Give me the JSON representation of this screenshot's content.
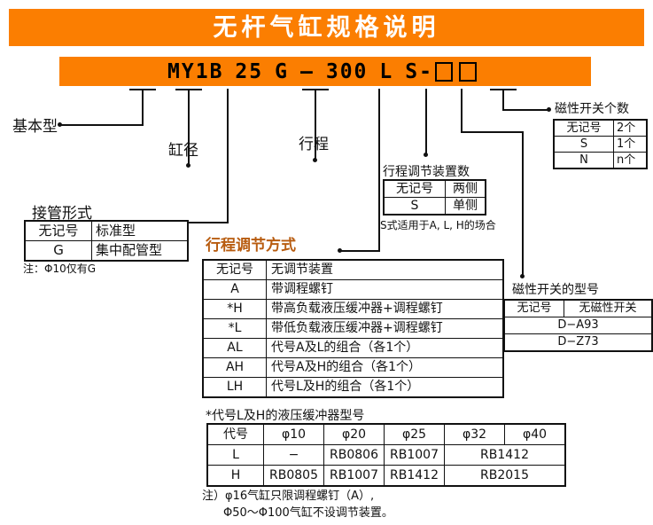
{
  "title": "无杆气缸规格说明",
  "model_code": {
    "segments": [
      "MY1B",
      "25",
      "G",
      "–",
      "300",
      "L",
      "S-"
    ],
    "empty_boxes": 2
  },
  "callouts": {
    "basic_type": "基本型",
    "bore": "缸径",
    "port_type": "接管形式",
    "stroke": "行程",
    "stroke_adjust_method": "行程调节方式",
    "stroke_adjust_count": "行程调节装置数",
    "switch_count": "磁性开关个数",
    "switch_model": "磁性开关的型号"
  },
  "port_table": {
    "rows": [
      {
        "code": "无记号",
        "desc": "标准型"
      },
      {
        "code": "G",
        "desc": "集中配管型"
      }
    ],
    "note": "注：Φ10仅有G"
  },
  "adjust_count_table": {
    "rows": [
      {
        "code": "无记号",
        "desc": "两侧"
      },
      {
        "code": "S",
        "desc": "单侧"
      }
    ],
    "note": "S式适用于A, L, H的场合"
  },
  "switch_count_table": {
    "rows": [
      {
        "code": "无记号",
        "desc": "2个"
      },
      {
        "code": "S",
        "desc": "1个"
      },
      {
        "code": "N",
        "desc": "n个"
      }
    ]
  },
  "stroke_adjust_table": {
    "rows": [
      {
        "code": "无记号",
        "desc": "无调节装置"
      },
      {
        "code": "A",
        "desc": "带调程螺钉"
      },
      {
        "code": "*H",
        "desc": "带高负载液压缓冲器+调程螺钉"
      },
      {
        "code": "*L",
        "desc": "带低负载液压缓冲器+调程螺钉"
      },
      {
        "code": "AL",
        "desc": "代号A及L的组合（各1个）"
      },
      {
        "code": "AH",
        "desc": "代号A及H的组合（各1个）"
      },
      {
        "code": "LH",
        "desc": "代号L及H的组合（各1个）"
      }
    ]
  },
  "switch_model_table": {
    "rows": [
      {
        "code": "无记号",
        "desc": "无磁性开关"
      },
      {
        "code": "D−A93",
        "desc": ""
      },
      {
        "code": "D−Z73",
        "desc": ""
      }
    ]
  },
  "buffer_table": {
    "caption": "*代号L及H的液压缓冲器型号",
    "headers": [
      "代号",
      "φ10",
      "φ20",
      "φ25",
      "φ32",
      "φ40"
    ],
    "rows": [
      {
        "code": "L",
        "cells": [
          "−",
          "RB0806",
          "RB1007",
          "RB1412"
        ]
      },
      {
        "code": "H",
        "cells": [
          "RB0805",
          "RB1007",
          "RB1412",
          "RB2015"
        ]
      }
    ],
    "note_line1": "注）φ16气缸只限调程螺钉（A）,",
    "note_line2": "Φ50～Φ100气缸不设调节装置。"
  },
  "colors": {
    "accent_orange": "#fb7e01",
    "line_black": "#111111",
    "title_text": "#ffffff"
  }
}
